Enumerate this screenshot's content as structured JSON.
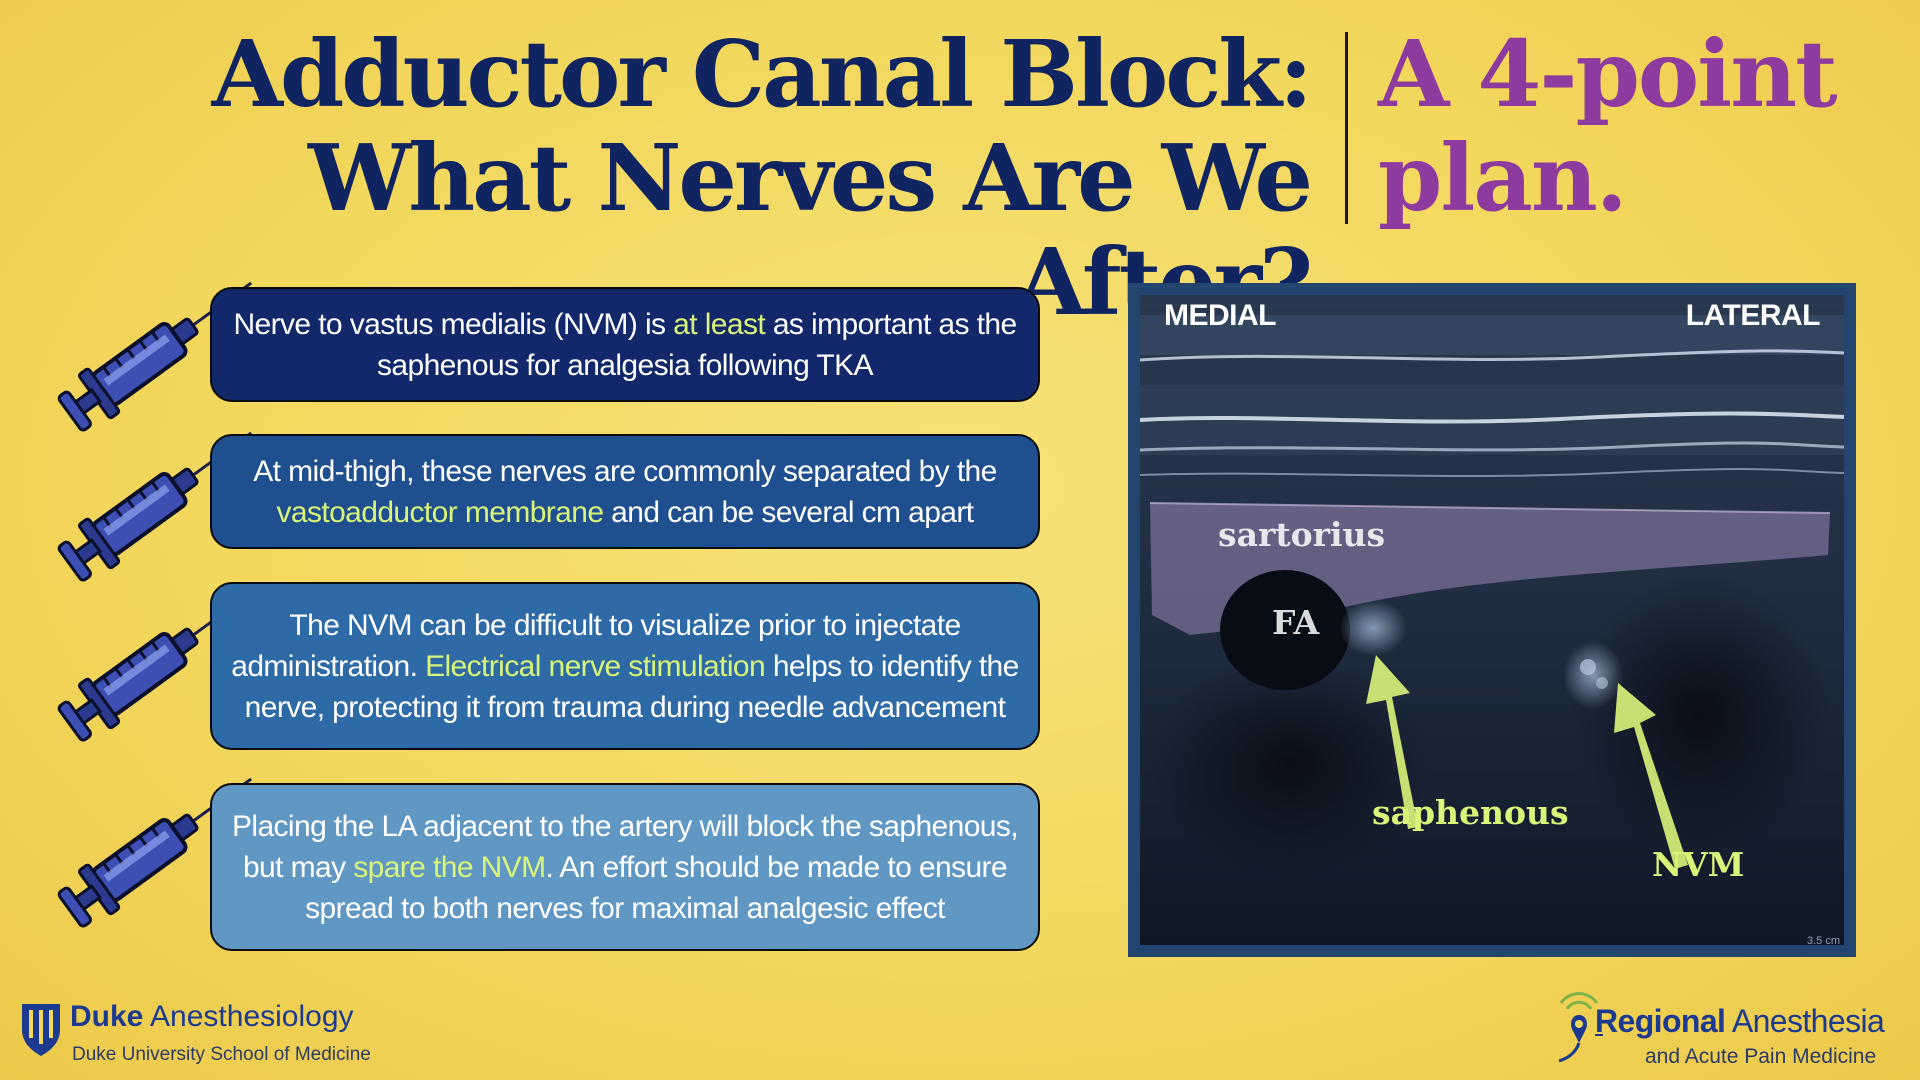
{
  "title": {
    "line1": "Adductor Canal Block:",
    "line2": "What Nerves Are We After?",
    "right_line1": "A 4-point",
    "right_line2": "plan."
  },
  "points": [
    {
      "seg1": "Nerve to vastus medialis (NVM) is ",
      "hl": "at least",
      "seg2": " as important as the saphenous for analgesia following TKA",
      "bg": "#13286a"
    },
    {
      "seg1": "At mid-thigh, these nerves are commonly separated by the ",
      "hl": "vastoadductor membrane",
      "seg2": " and can be several cm apart",
      "bg": "#1f4f8e"
    },
    {
      "seg1": "The NVM can be difficult to visualize prior to injectate administration. ",
      "hl": "Electrical nerve stimulation",
      "seg2": " helps to identify the nerve, protecting it from trauma during needle advancement",
      "bg": "#2e6aa6"
    },
    {
      "seg1": "Placing the LA adjacent to the artery will block the saphenous, but may ",
      "hl": "spare the NVM",
      "seg2": ". An effort should be made to ensure spread to both nerves for maximal analgesic effect",
      "bg": "#6198c3"
    }
  ],
  "ultrasound": {
    "label_left": "MEDIAL",
    "label_right": "LATERAL",
    "muscle_label": "sartorius",
    "artery_label": "FA",
    "nerve1_label": "saphenous",
    "nerve2_label": "NVM",
    "depth_marker": "3.5 cm"
  },
  "logos": {
    "duke_bold": "Duke",
    "duke_rest": " Anesthesiology",
    "duke_sub": "Duke University School of Medicine",
    "ra_bold": "Regional",
    "ra_rest": " Anesthesia",
    "ra_sub": "and Acute Pain Medicine"
  },
  "colors": {
    "highlight": "#d9f57a",
    "title_navy": "#0f2461",
    "title_purple": "#8f3a9e",
    "background": "#f3d85e"
  },
  "icons": [
    "syringe-icon",
    "duke-shield-icon",
    "regional-anesthesia-pin-icon"
  ]
}
